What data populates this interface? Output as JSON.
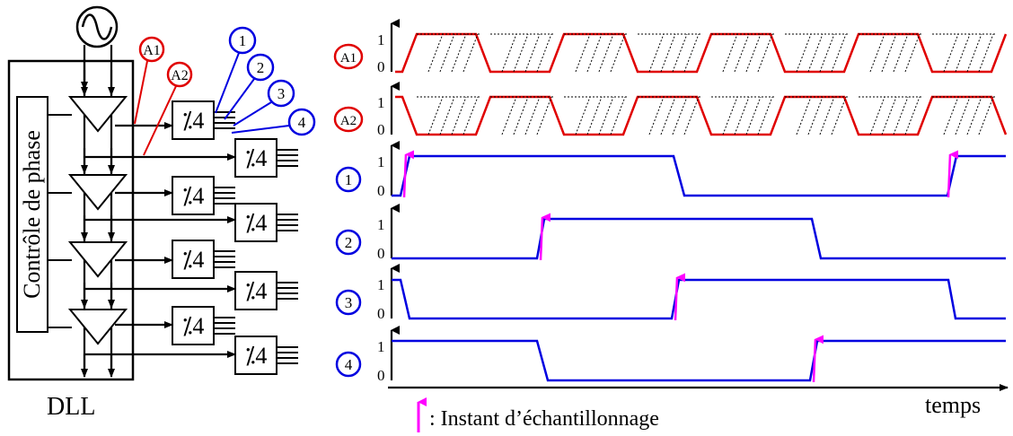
{
  "title": "",
  "dll": {
    "label": "DLL",
    "phase_control_label": "Contrôle de phase",
    "divider_label": "⁒4"
  },
  "callouts": {
    "a1": "A1",
    "a2": "A2",
    "o1": "1",
    "o2": "2",
    "o3": "3",
    "o4": "4"
  },
  "timing": {
    "x_axis_label": "temps",
    "level_high": "1",
    "level_low": "0",
    "rows": [
      {
        "id": "A1",
        "color": "#e00000"
      },
      {
        "id": "A2",
        "color": "#e00000"
      },
      {
        "id": "1",
        "color": "#0000e0"
      },
      {
        "id": "2",
        "color": "#0000e0"
      },
      {
        "id": "3",
        "color": "#0000e0"
      },
      {
        "id": "4",
        "color": "#0000e0"
      }
    ]
  },
  "legend": {
    "sampling_instant": ": Instant d’échantillonnage",
    "arrow_color": "#ff00ff"
  },
  "colors": {
    "red": "#e00000",
    "blue": "#0000e0",
    "magenta": "#ff00ff"
  }
}
